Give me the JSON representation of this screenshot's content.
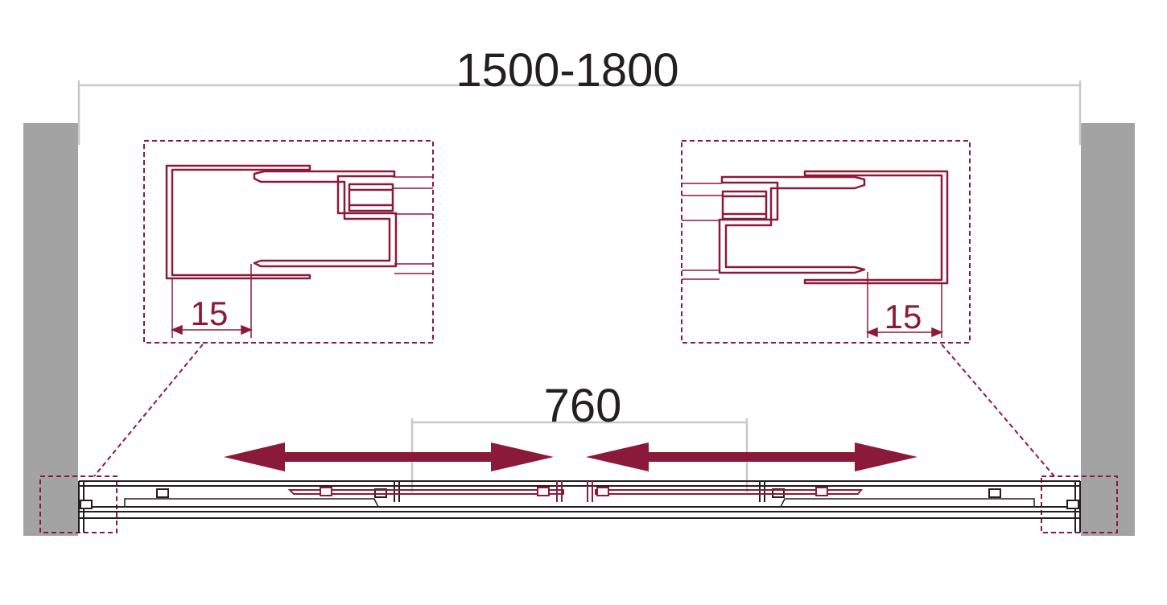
{
  "dimensions": {
    "overall_width": "1500-1800",
    "door_opening": "760",
    "left_detail_gap": "15",
    "right_detail_gap": "15"
  },
  "colors": {
    "wall": "#a3a3a3",
    "profile": "#8b1a3a",
    "dimension_line": "#c8c8c8",
    "dimension_text": "#231f20",
    "frame_line": "#231f20"
  },
  "icons": {
    "left_arrow": "double-headed-arrow-icon",
    "right_arrow": "double-headed-arrow-icon"
  }
}
